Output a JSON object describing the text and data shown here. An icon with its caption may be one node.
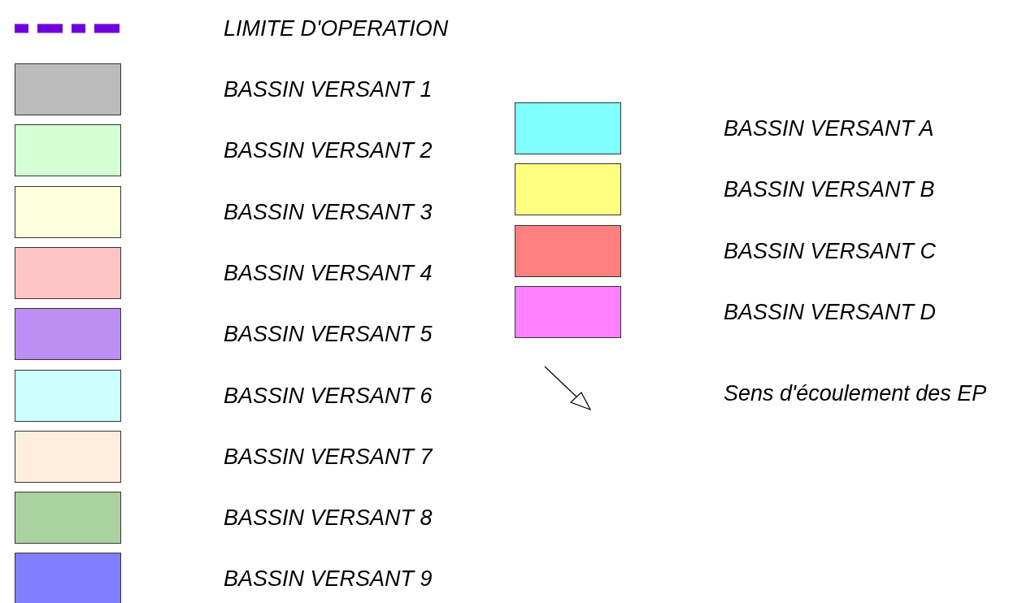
{
  "diagram": {
    "legend": [
      {
        "text": "LIMITE D'OPERATION"
      },
      {
        "text": "BASSIN VERSANT 1",
        "color": "#bbbbbb"
      },
      {
        "text": "BASSIN VERSANT 2",
        "color": "#d5ffd5"
      },
      {
        "text": "BASSIN VERSANT 3",
        "color": "#fdffdd"
      },
      {
        "text": "BASSIN VERSANT 4",
        "color": "#ffc5c5"
      },
      {
        "text": "BASSIN VERSANT 5",
        "color": "#bd8ef3"
      },
      {
        "text": "BASSIN VERSANT 6",
        "color": "#ccffff"
      },
      {
        "text": "BASSIN VERSANT 7",
        "color": "#ffeedd"
      },
      {
        "text": "BASSIN VERSANT 8",
        "color": "#aad2a0"
      },
      {
        "text": "BASSIN VERSANT 9",
        "color": "#8080ff"
      },
      {
        "text": "BASSIN VERSANT A",
        "color": "#80ffff"
      },
      {
        "text": "BASSIN VERSANT B",
        "color": "#ffff80"
      },
      {
        "text": "BASSIN VERSANT C",
        "color": "#ff8080"
      },
      {
        "text": "BASSIN VERSANT D",
        "color": "#ff80ff"
      },
      {
        "text": "Sens d'écoulement des EP"
      }
    ]
  }
}
